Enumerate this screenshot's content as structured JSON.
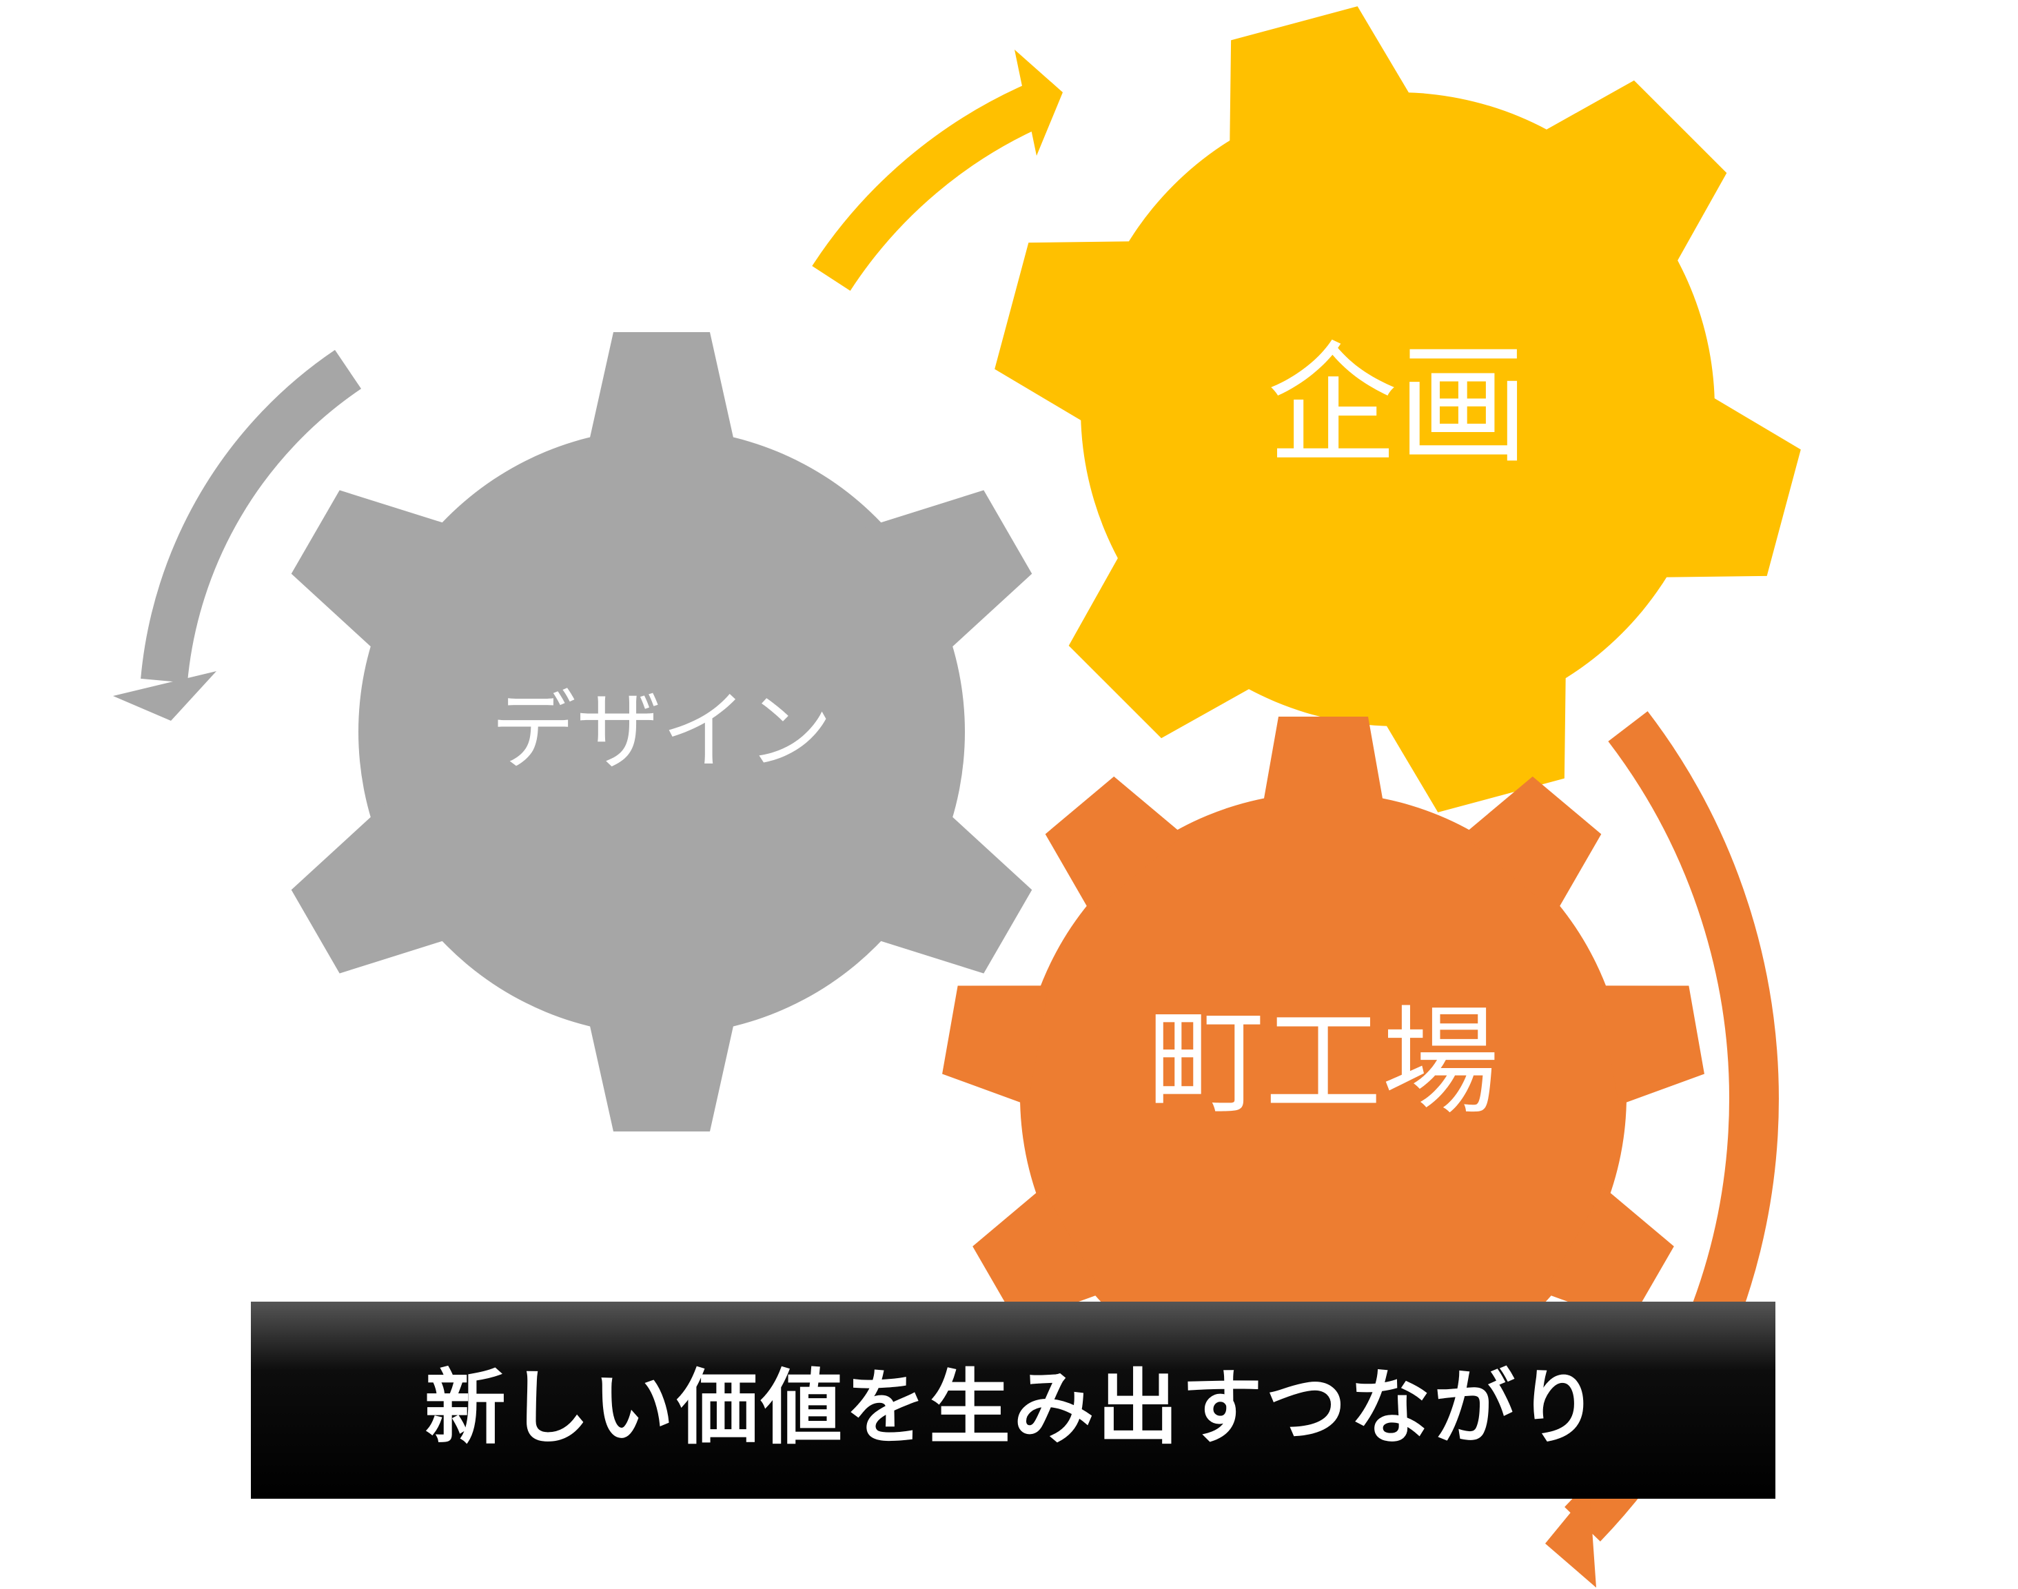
{
  "gears": {
    "design": {
      "label": "デザイン",
      "color": "#a6a6a6"
    },
    "planning": {
      "label": "企画",
      "color": "#ffc000"
    },
    "factory": {
      "label": "町工場",
      "color": "#ed7d31"
    }
  },
  "banner": {
    "text": "新しい価値を生み出すつながり",
    "color": "#000000"
  },
  "arrows": {
    "gray": {
      "color": "#a6a6a6"
    },
    "yellow": {
      "color": "#ffc000"
    },
    "orange": {
      "color": "#ed7d31"
    }
  }
}
